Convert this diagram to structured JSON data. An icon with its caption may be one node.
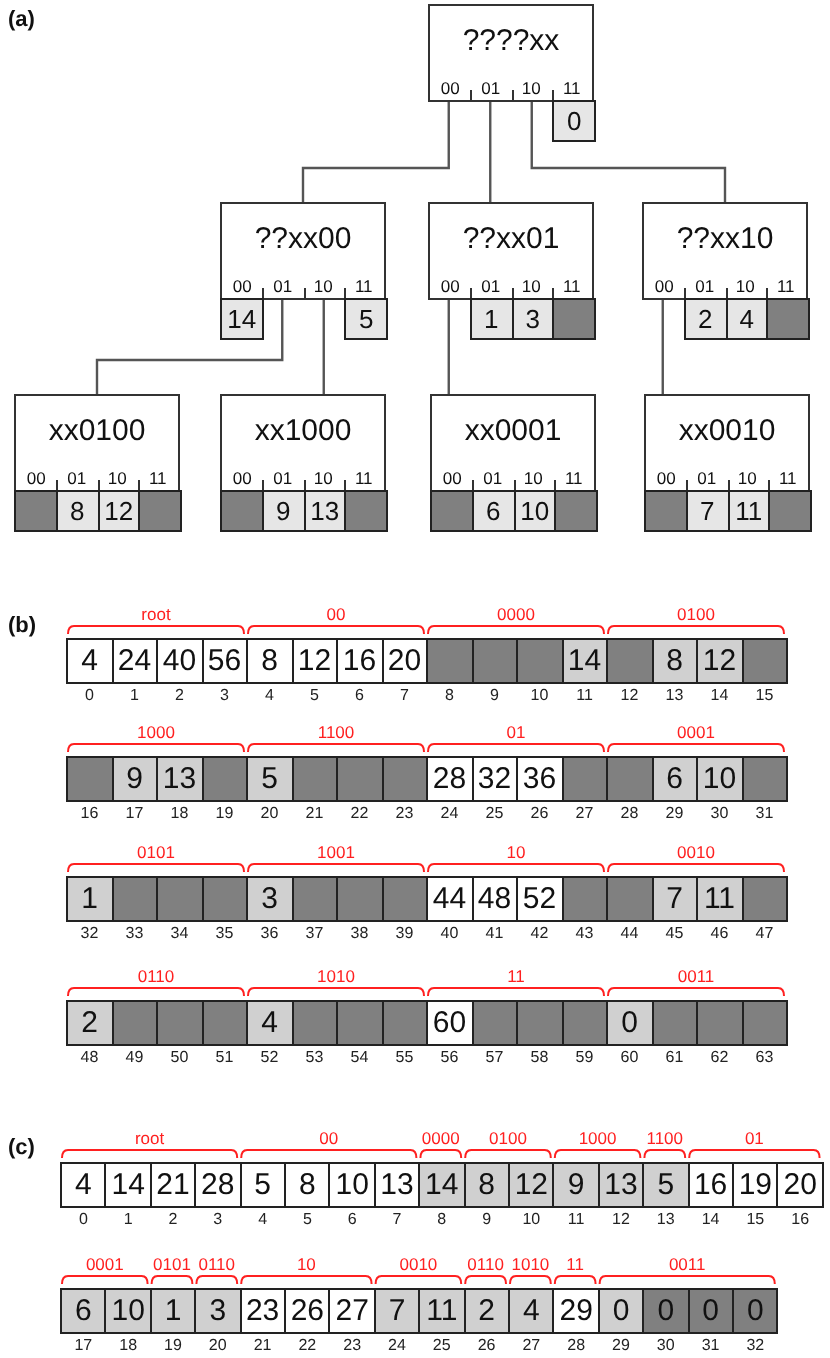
{
  "diagram": {
    "nodes": [
      {
        "text": [
          "????xx",
          "00",
          "01",
          "10",
          "11"
        ]
      },
      {
        "text": [
          "??xx00",
          "00",
          "01",
          "10",
          "11"
        ]
      },
      {
        "text": [
          "??xx01",
          "00",
          "01",
          "10",
          "11"
        ]
      },
      {
        "text": [
          "??xx10",
          "00",
          "01",
          "10",
          "11"
        ]
      },
      {
        "text": [
          "xx0100",
          "00",
          "01",
          "10",
          "11"
        ]
      },
      {
        "text": [
          "xx1000",
          "00",
          "01",
          "10",
          "11"
        ]
      },
      {
        "text": [
          "xx0001",
          "00",
          "01",
          "10",
          "11"
        ]
      },
      {
        "text": [
          "xx0010",
          "00",
          "01",
          "10",
          "11"
        ]
      }
    ],
    "edges": [
      {
        "from": 0,
        "to": 1,
        "arrow": "none"
      },
      {
        "from": 0,
        "to": 2,
        "arrow": "none"
      },
      {
        "from": 0,
        "to": 3,
        "arrow": "none"
      },
      {
        "from": 1,
        "to": 4,
        "arrow": "none"
      },
      {
        "from": 1,
        "to": 5,
        "arrow": "none"
      },
      {
        "from": 2,
        "to": 6,
        "arrow": "none"
      },
      {
        "from": 3,
        "to": 7,
        "arrow": "none"
      }
    ],
    "labels": [
      "(a)",
      "0",
      "14",
      "5",
      "1",
      "3",
      "2",
      "4",
      "8",
      "12",
      "9",
      "13",
      "6",
      "10",
      "7",
      "11",
      "(b)",
      "root",
      "00",
      "0000",
      "0100",
      "4",
      "24",
      "40",
      "56",
      "8",
      "12",
      "16",
      "20",
      "14",
      "8",
      "12",
      "0",
      "1",
      "2",
      "3",
      "4",
      "5",
      "6",
      "7",
      "8",
      "9",
      "10",
      "11",
      "12",
      "13",
      "14",
      "15",
      "1000",
      "1100",
      "01",
      "0001",
      "9",
      "13",
      "5",
      "28",
      "32",
      "36",
      "6",
      "10",
      "16",
      "17",
      "18",
      "19",
      "20",
      "21",
      "22",
      "23",
      "24",
      "25",
      "26",
      "27",
      "28",
      "29",
      "30",
      "31",
      "0101",
      "1001",
      "10",
      "0010",
      "1",
      "3",
      "44",
      "48",
      "52",
      "7",
      "11",
      "32",
      "33",
      "34",
      "35",
      "36",
      "37",
      "38",
      "39",
      "40",
      "41",
      "42",
      "43",
      "44",
      "45",
      "46",
      "47",
      "0110",
      "1010",
      "11",
      "0011",
      "2",
      "4",
      "60",
      "0",
      "48",
      "49",
      "50",
      "51",
      "52",
      "53",
      "54",
      "55",
      "56",
      "57",
      "58",
      "59",
      "60",
      "61",
      "62",
      "63",
      "(c)",
      "root",
      "00",
      "0000",
      "0100",
      "1000",
      "1100",
      "01",
      "4",
      "14",
      "21",
      "28",
      "5",
      "8",
      "10",
      "13",
      "14",
      "8",
      "12",
      "9",
      "13",
      "5",
      "16",
      "19",
      "20",
      "0",
      "1",
      "2",
      "3",
      "4",
      "5",
      "6",
      "7",
      "8",
      "9",
      "10",
      "11",
      "12",
      "13",
      "14",
      "15",
      "16",
      "0001",
      "0101",
      "0110",
      "10",
      "0010",
      "0110",
      "1010",
      "11",
      "0011",
      "6",
      "10",
      "1",
      "3",
      "23",
      "26",
      "27",
      "7",
      "11",
      "2",
      "4",
      "29",
      "0",
      "0",
      "0",
      "0",
      "17",
      "18",
      "19",
      "20",
      "21",
      "22",
      "23",
      "24",
      "25",
      "26",
      "27",
      "28",
      "29",
      "30",
      "31",
      "32"
    ]
  }
}
